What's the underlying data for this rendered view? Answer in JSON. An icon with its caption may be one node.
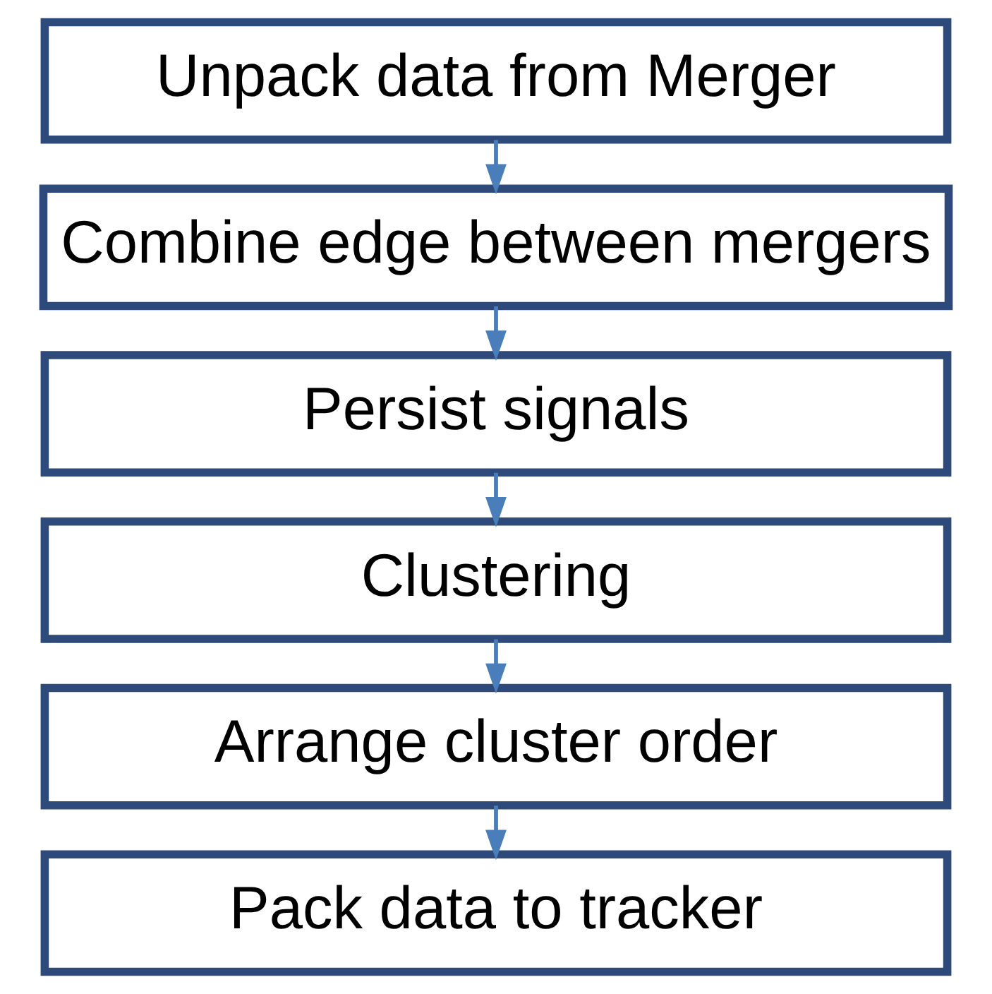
{
  "diagram": {
    "nodes": [
      {
        "text": [
          "Unpack data from Merger"
        ]
      },
      {
        "text": [
          "Combine edge between mergers"
        ]
      },
      {
        "text": [
          "Persist signals"
        ]
      },
      {
        "text": [
          "Clustering"
        ]
      },
      {
        "text": [
          "Arrange cluster order"
        ]
      },
      {
        "text": [
          "Pack data to tracker"
        ]
      }
    ],
    "edges": [
      {
        "from": 0,
        "to": 1,
        "arrow": "to"
      },
      {
        "from": 1,
        "to": 2,
        "arrow": "to"
      },
      {
        "from": 2,
        "to": 3,
        "arrow": "to"
      },
      {
        "from": 3,
        "to": 4,
        "arrow": "to"
      },
      {
        "from": 4,
        "to": 5,
        "arrow": "to"
      }
    ]
  }
}
